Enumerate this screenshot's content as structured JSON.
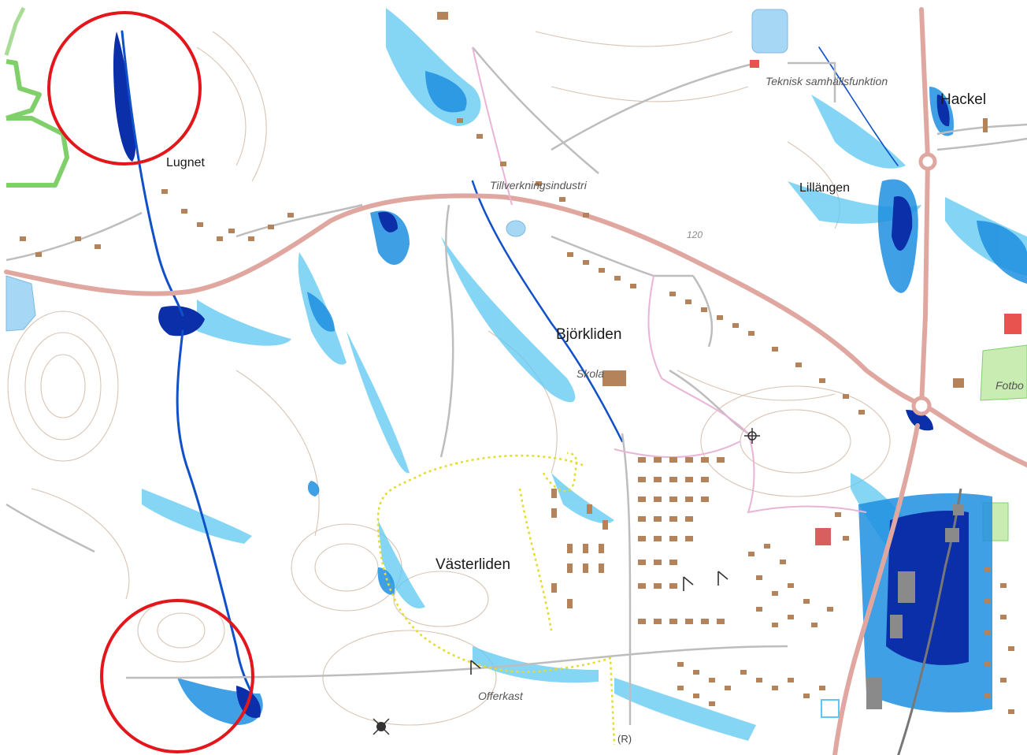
{
  "map": {
    "labels": {
      "lugnet": "Lugnet",
      "hackel": "Hackel",
      "lillangen": "Lillängen",
      "bjorkliden": "Björkliden",
      "vasterliden": "Västerliden",
      "tillverkningsindustri": "Tillverkningsindustri",
      "teknisk": "Teknisk samhällsfunktion",
      "skola": "Skola",
      "offerkast": "Offerkast",
      "fotboll": "Fotbo",
      "elev_120": "120",
      "ruin_symbol": "(R)"
    },
    "colors": {
      "background": "#ffffff",
      "flood_light": "#5cc8f2",
      "flood_medium": "#1e8fe0",
      "flood_deep": "#0a2fa8",
      "road_main": "#e0a7a0",
      "road_secondary": "#bdbdbd",
      "contour": "#d8c4b4",
      "building": "#b5835a",
      "trail": "#e3dc2a",
      "boundary_green": "#7fcf6a",
      "highlight_circle": "#e3161b",
      "sports_field": "#c9ecb3"
    },
    "highlight_markers": [
      {
        "name": "highlight-circle-north"
      },
      {
        "name": "highlight-circle-south"
      }
    ]
  }
}
